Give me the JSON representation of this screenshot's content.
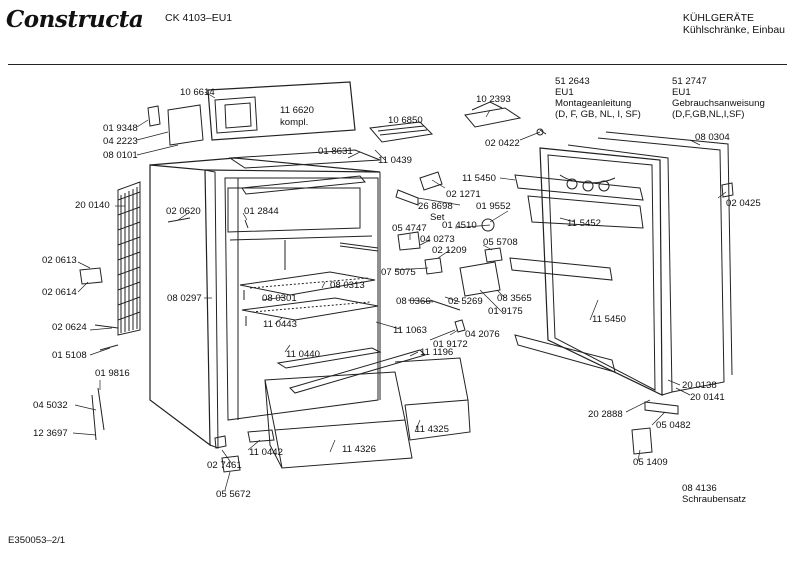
{
  "header": {
    "brand": "Constructa",
    "model": "CK 4103–EU1",
    "category": "KÜHLGERÄTE",
    "subcategory": "Kühlschränke, Einbau"
  },
  "blocks": {
    "manual1_no": "51 2643",
    "manual1_ver": "EU1",
    "manual1_title": "Montageanleitung",
    "manual1_lang": "(D, F, GB, NL, I, SF)",
    "manual2_no": "51 2747",
    "manual2_ver": "EU1",
    "manual2_title": "Gebrauchsanweisung",
    "manual2_lang": "(D,F,GB,NL,I,SF)",
    "screw_no": "08 4136",
    "screw_title": "Schraubensatz"
  },
  "parts": {
    "p106614": "10 6614",
    "p019348": "01 9348",
    "p042223": "04 2223",
    "p080101": "08 0101",
    "p116620": "11 6620",
    "p_kompl": "kompl.",
    "p106850": "10 6850",
    "p018631": "01 8631",
    "p110439": "11 0439",
    "p102393": "10 2393",
    "p020422": "02 0422",
    "p080304": "08 0304",
    "p115450a": "11 5450",
    "p021271": "02 1271",
    "p268698": "26 8698",
    "p_set": "Set",
    "p019552": "01 9552",
    "p020425": "02 0425",
    "p200140": "20 0140",
    "p020620": "02 0620",
    "p012844": "01 2844",
    "p054747": "05 4747",
    "p014510": "01 4510",
    "p115452": "11 5452",
    "p040273": "04 0273",
    "p021209": "02 1209",
    "p055708": "05 5708",
    "p020613": "02 0613",
    "p020614": "02 0614",
    "p075075": "07 5075",
    "p080297": "08 0297",
    "p080313": "08 0313",
    "p080301": "08 0301",
    "p080366": "08 0366",
    "p025269": "02 5269",
    "p083565": "08 3565",
    "p019175": "01 9175",
    "p115450b": "11 5450",
    "p020624": "02 0624",
    "p110443": "11 0443",
    "p111063": "11 1063",
    "p042076": "04 2076",
    "p019172": "01 9172",
    "p015108": "01 5108",
    "p110440": "11 0440",
    "p111196": "11 1196",
    "p019816": "01 9816",
    "p045032": "04 5032",
    "p123697": "12 3697",
    "p200138": "20 0138",
    "p200141": "20 0141",
    "p202888": "20 2888",
    "p050482": "05 0482",
    "p110442": "11 0442",
    "p114326": "11 4326",
    "p114325": "11 4325",
    "p051409": "05 1409",
    "p027461": "02 7461",
    "p055672": "05 5672"
  },
  "footer": {
    "code": "E350053–2/1"
  }
}
